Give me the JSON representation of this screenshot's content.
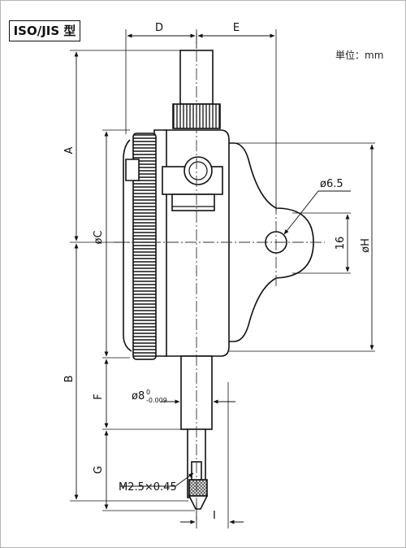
{
  "header": {
    "title": "ISO/JIS 型",
    "unit": "単位：mm"
  },
  "dimensions": {
    "D": "D",
    "E": "E",
    "A": "A",
    "B": "B",
    "C": "øC",
    "F": "F",
    "G": "G",
    "H": "øH",
    "I": "I",
    "hole": "ø6.5",
    "lug_height": "16",
    "stem_dia": "ø8",
    "stem_tol_upper": "0",
    "stem_tol_lower": "-0.009",
    "thread": "M2.5×0.45"
  }
}
